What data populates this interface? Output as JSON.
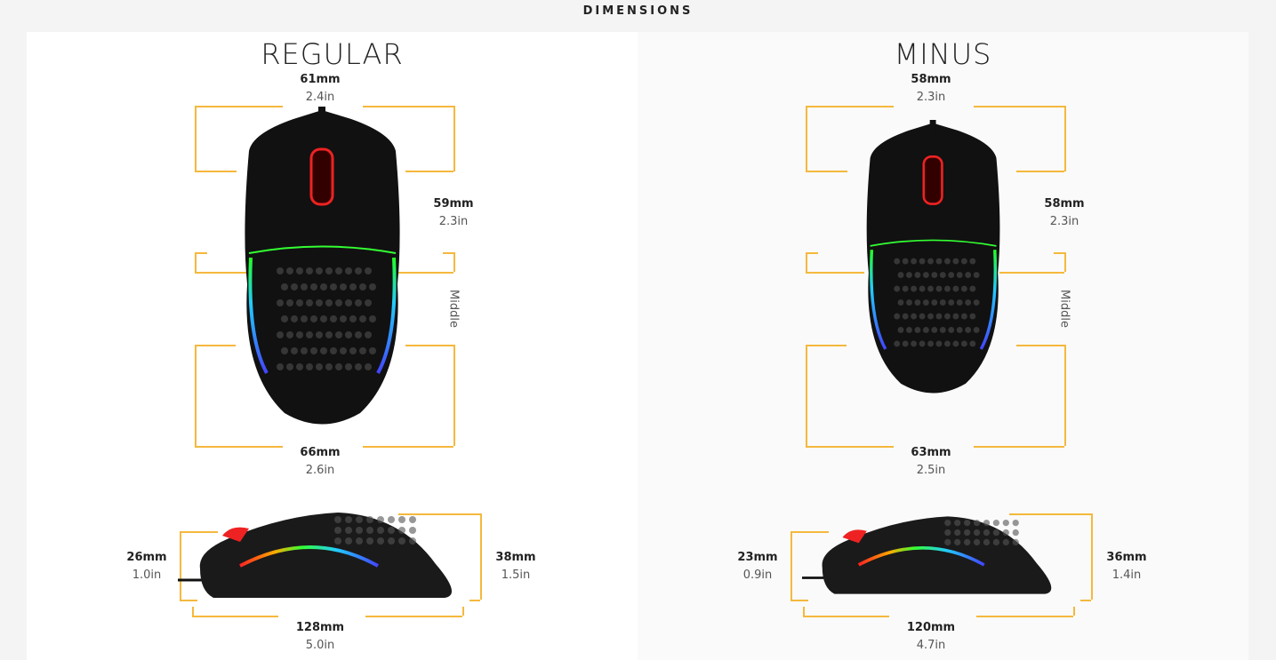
{
  "header": {
    "title": "DIMENSIONS"
  },
  "panels": [
    {
      "name": "REGULAR",
      "width_mm": "61mm",
      "width_in": "2.4in",
      "grip_mm": "59mm",
      "grip_in": "2.3in",
      "grip_label": "Middle",
      "base_mm": "66mm",
      "base_in": "2.6in",
      "front_mm": "26mm",
      "front_in": "1.0in",
      "height_mm": "38mm",
      "height_in": "1.5in",
      "length_mm": "128mm",
      "length_in": "5.0in"
    },
    {
      "name": "MINUS",
      "width_mm": "58mm",
      "width_in": "2.3in",
      "grip_mm": "58mm",
      "grip_in": "2.3in",
      "grip_label": "Middle",
      "base_mm": "63mm",
      "base_in": "2.5in",
      "front_mm": "23mm",
      "front_in": "0.9in",
      "height_mm": "36mm",
      "height_in": "1.4in",
      "length_mm": "120mm",
      "length_in": "4.7in"
    }
  ],
  "colors": {
    "bracket": "#f5b83d"
  }
}
